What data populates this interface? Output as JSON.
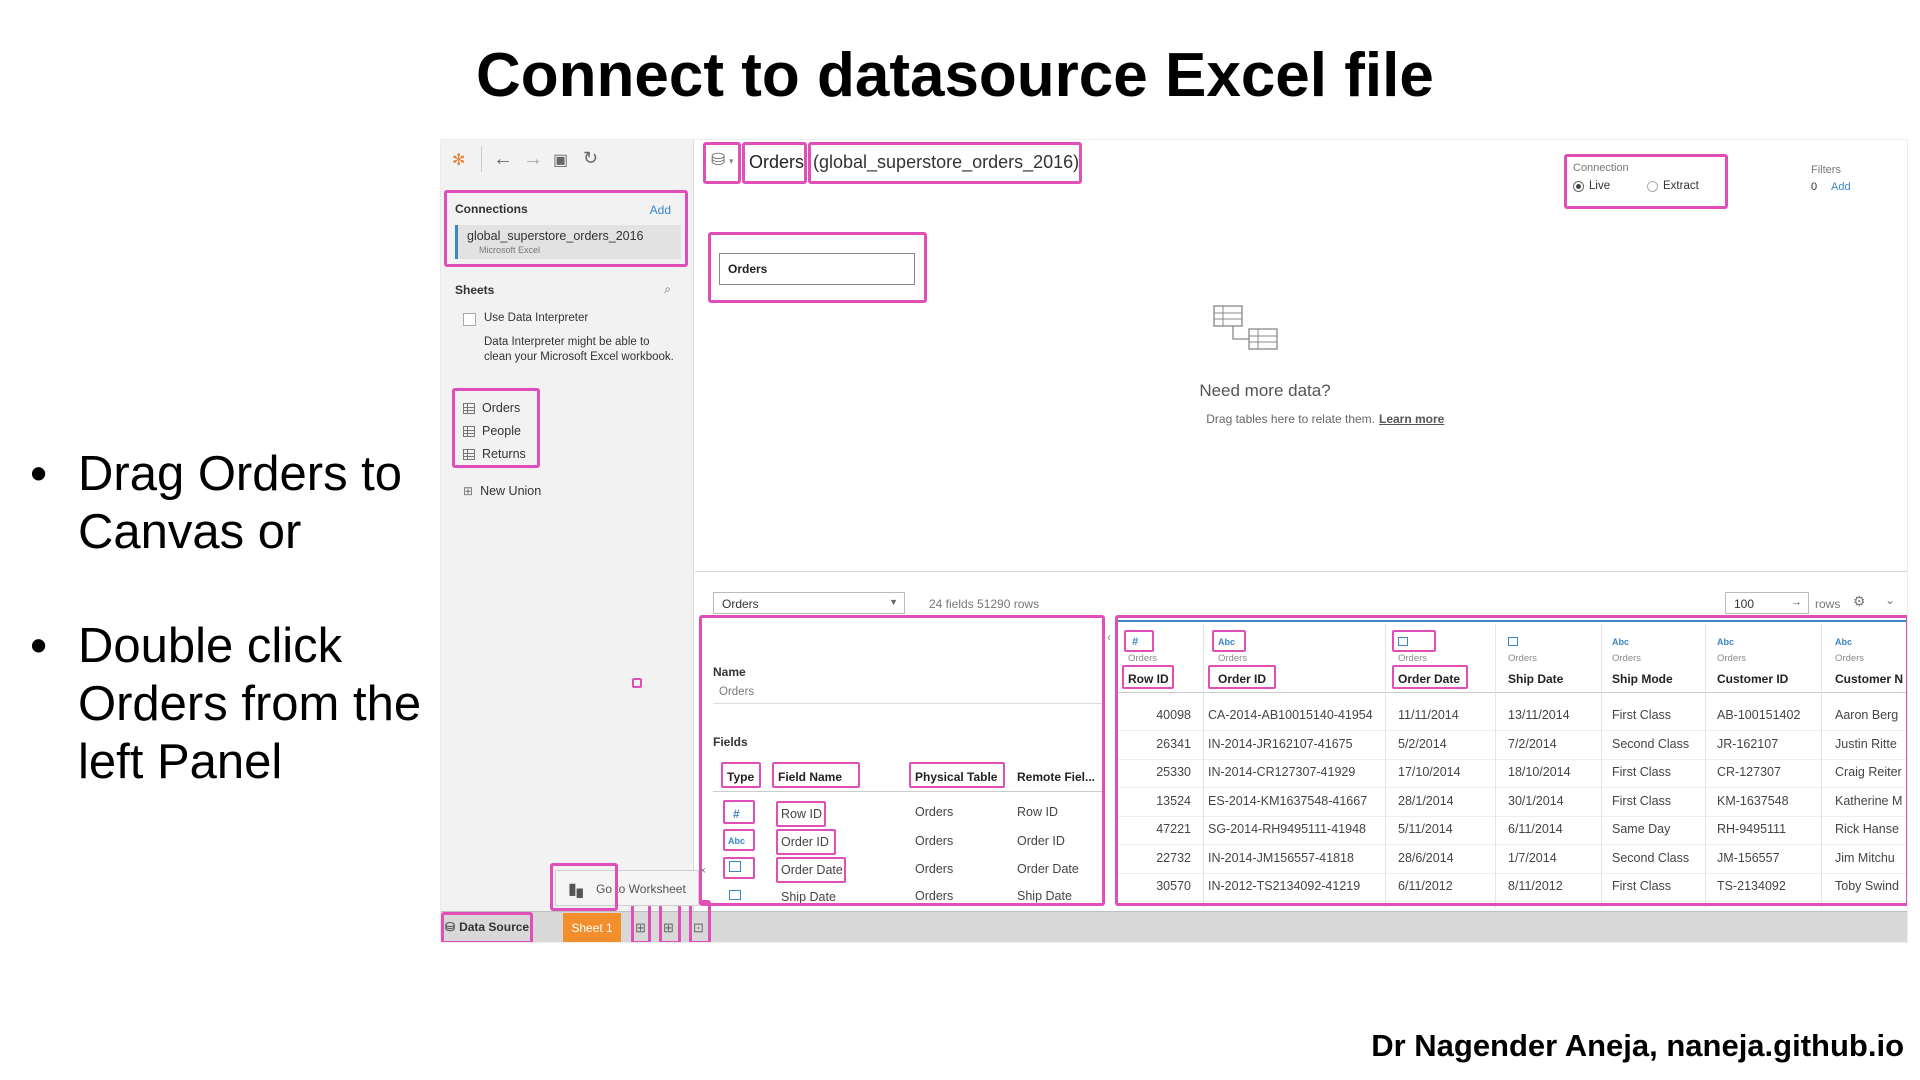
{
  "slide": {
    "title": "Connect to datasource Excel file",
    "bullets": [
      "Drag Orders to Canvas or",
      "Double click Orders from the left Panel"
    ],
    "author": "Dr Nagender Aneja, naneja.github.io"
  },
  "colors": {
    "highlight": "#e04fb8",
    "accent": "#3b86c7",
    "sheet_tab": "#f28e2b"
  },
  "sidebar": {
    "connections_label": "Connections",
    "add_label": "Add",
    "connection_name": "global_superstore_orders_2016",
    "connection_type": "Microsoft Excel",
    "sheets_label": "Sheets",
    "interpreter_label": "Use Data Interpreter",
    "interpreter_note": "Data Interpreter might be able to clean your Microsoft Excel workbook.",
    "sheets": [
      "Orders",
      "People",
      "Returns"
    ],
    "new_union": "New Union"
  },
  "header": {
    "datasource_title": "Orders",
    "datasource_file": "(global_superstore_orders_2016)",
    "connection_label": "Connection",
    "live_label": "Live",
    "extract_label": "Extract",
    "filters_label": "Filters",
    "filters_count": "0",
    "filters_add": "Add"
  },
  "canvas": {
    "table_name": "Orders",
    "need_more": "Need more data?",
    "drag_hint": "Drag tables here to relate them.",
    "learn_more": "Learn more"
  },
  "grid_toolbar": {
    "table_select": "Orders",
    "fields_info": "24 fields 51290 rows",
    "rows_value": "100",
    "rows_label": "rows"
  },
  "metadata": {
    "name_label": "Name",
    "name_value": "Orders",
    "fields_label": "Fields",
    "columns": [
      "Type",
      "Field Name",
      "Physical Table",
      "Remote Fiel..."
    ],
    "rows": [
      {
        "type": "#",
        "field": "Row ID",
        "table": "Orders",
        "remote": "Row ID"
      },
      {
        "type": "Abc",
        "field": "Order ID",
        "table": "Orders",
        "remote": "Order ID"
      },
      {
        "type": "date",
        "field": "Order Date",
        "table": "Orders",
        "remote": "Order Date"
      },
      {
        "type": "date",
        "field": "Ship Date",
        "table": "Orders",
        "remote": "Ship Date"
      }
    ]
  },
  "data_grid": {
    "source": "Orders",
    "columns": [
      {
        "type": "#",
        "name": "Row ID"
      },
      {
        "type": "Abc",
        "name": "Order ID"
      },
      {
        "type": "date",
        "name": "Order Date"
      },
      {
        "type": "date",
        "name": "Ship Date"
      },
      {
        "type": "Abc",
        "name": "Ship Mode"
      },
      {
        "type": "Abc",
        "name": "Customer ID"
      },
      {
        "type": "Abc",
        "name": "Customer N"
      }
    ],
    "rows": [
      [
        "40098",
        "CA-2014-AB10015140-41954",
        "11/11/2014",
        "13/11/2014",
        "First Class",
        "AB-100151402",
        "Aaron Berg"
      ],
      [
        "26341",
        "IN-2014-JR162107-41675",
        "5/2/2014",
        "7/2/2014",
        "Second Class",
        "JR-162107",
        "Justin Ritte"
      ],
      [
        "25330",
        "IN-2014-CR127307-41929",
        "17/10/2014",
        "18/10/2014",
        "First Class",
        "CR-127307",
        "Craig Reiter"
      ],
      [
        "13524",
        "ES-2014-KM1637548-41667",
        "28/1/2014",
        "30/1/2014",
        "First Class",
        "KM-1637548",
        "Katherine M"
      ],
      [
        "47221",
        "SG-2014-RH9495111-41948",
        "5/11/2014",
        "6/11/2014",
        "Same Day",
        "RH-9495111",
        "Rick Hanse"
      ],
      [
        "22732",
        "IN-2014-JM156557-41818",
        "28/6/2014",
        "1/7/2014",
        "Second Class",
        "JM-156557",
        "Jim Mitchu"
      ],
      [
        "30570",
        "IN-2012-TS2134092-41219",
        "6/11/2012",
        "8/11/2012",
        "First Class",
        "TS-2134092",
        "Toby Swind"
      ]
    ]
  },
  "bottom_tabs": {
    "data_source": "Data Source",
    "sheet1": "Sheet 1",
    "go_to_worksheet": "Go to Worksheet"
  }
}
